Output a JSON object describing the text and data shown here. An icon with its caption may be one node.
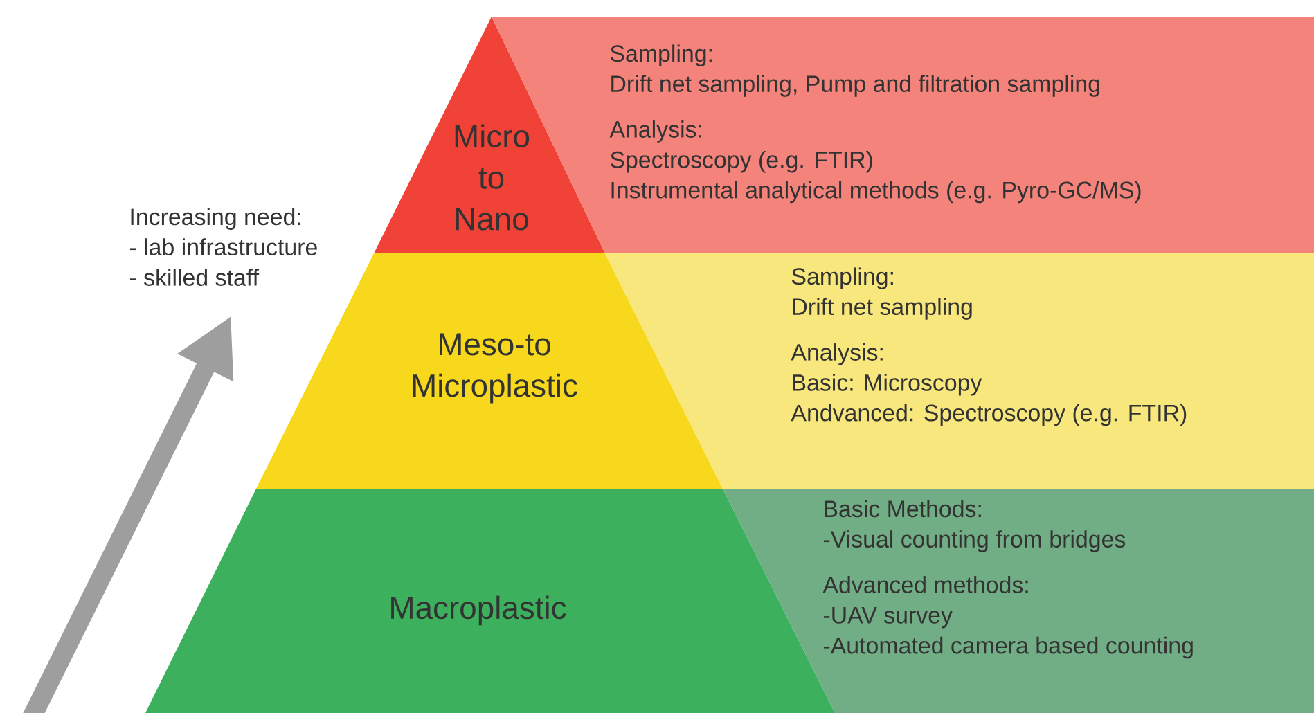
{
  "diagram": {
    "nodes": [
      {
        "text": [
          "Micro to Nano"
        ]
      },
      {
        "text": [
          "Meso-to Microplastic"
        ]
      },
      {
        "text": [
          "Macroplastic"
        ]
      },
      {
        "text": [
          "Sampling:",
          "Drift net sampling, Pump and filtration sampling",
          "Analysis:",
          "Spectroscopy (e.g. FTIR)",
          "Instrumental analytical methods (e.g. Pyro-GC/MS)"
        ]
      },
      {
        "text": [
          "Sampling:",
          "Drift net sampling",
          "Analysis:",
          "Basic: Microscopy",
          "Andvanced: Spectroscopy (e.g. FTIR)"
        ]
      },
      {
        "text": [
          "Basic Methods:",
          "-Visual counting from bridges",
          "Advanced methods:",
          "-UAV survey",
          "-Automated camera based counting"
        ]
      }
    ],
    "labels": [
      "Increasing need:",
      "- lab infrastructure",
      "- skilled staff"
    ]
  }
}
